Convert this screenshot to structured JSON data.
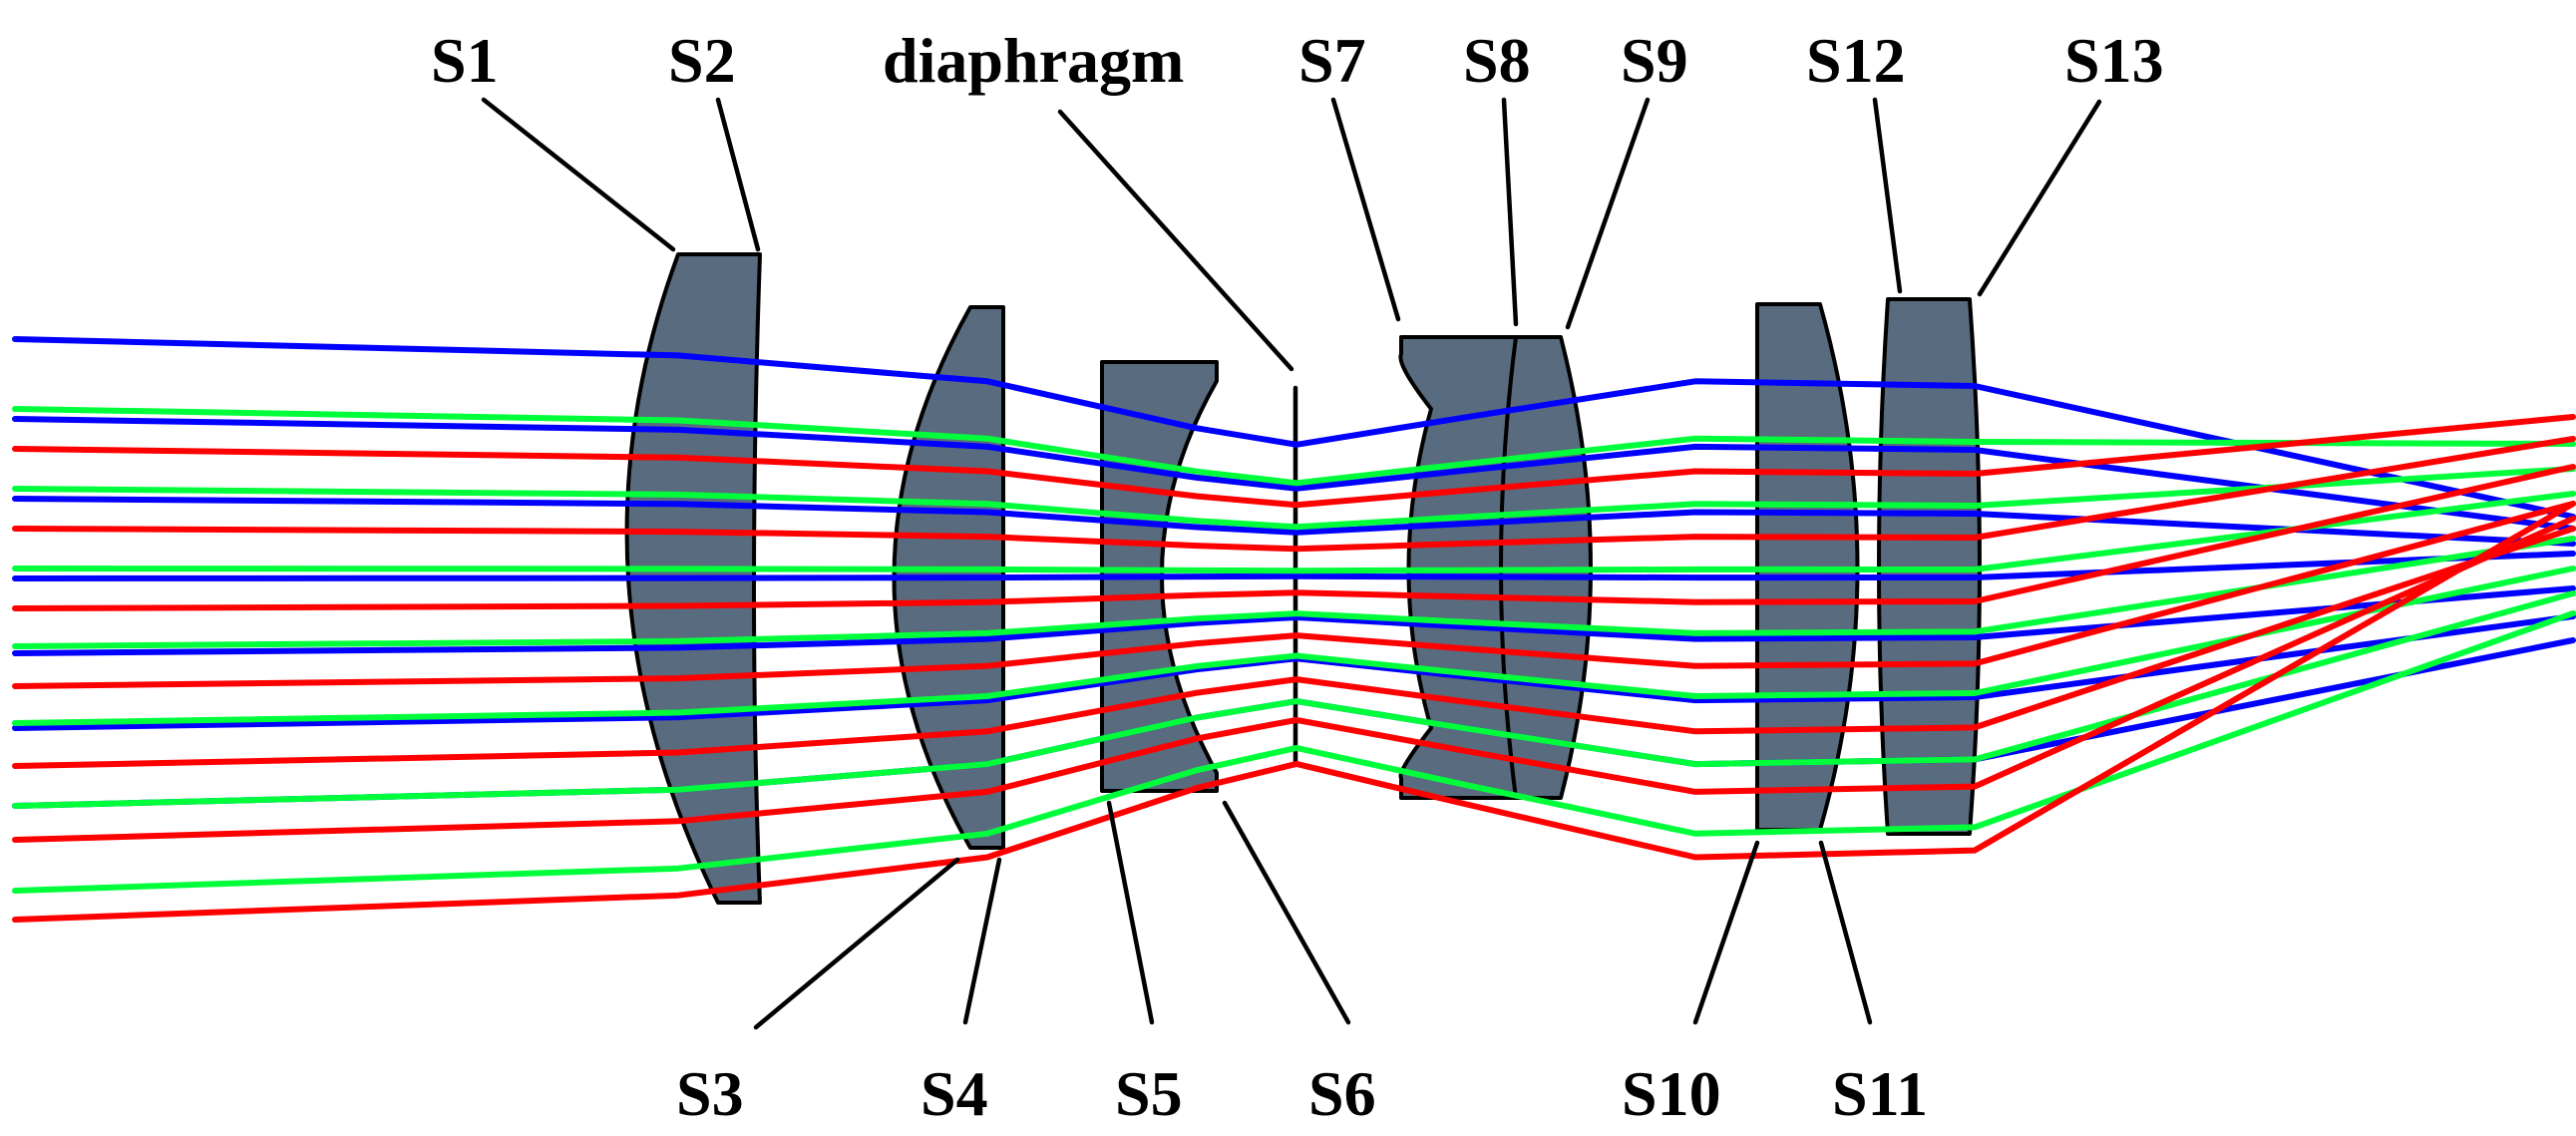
{
  "figure": {
    "colors": {
      "background": "#ffffff",
      "lens_fill": "#596b7e",
      "outline": "#000000",
      "ray_blue": "#0000ff",
      "ray_green": "#00ff3b",
      "ray_red": "#ff0000"
    },
    "labels": {
      "s1": "S1",
      "s2": "S2",
      "diaphragm": "diaphragm",
      "s7": "S7",
      "s8": "S8",
      "s9": "S9",
      "s12": "S12",
      "s13": "S13",
      "s3": "S3",
      "s4": "S4",
      "s5": "S5",
      "s6": "S6",
      "s10": "S10",
      "s11": "S11"
    }
  }
}
